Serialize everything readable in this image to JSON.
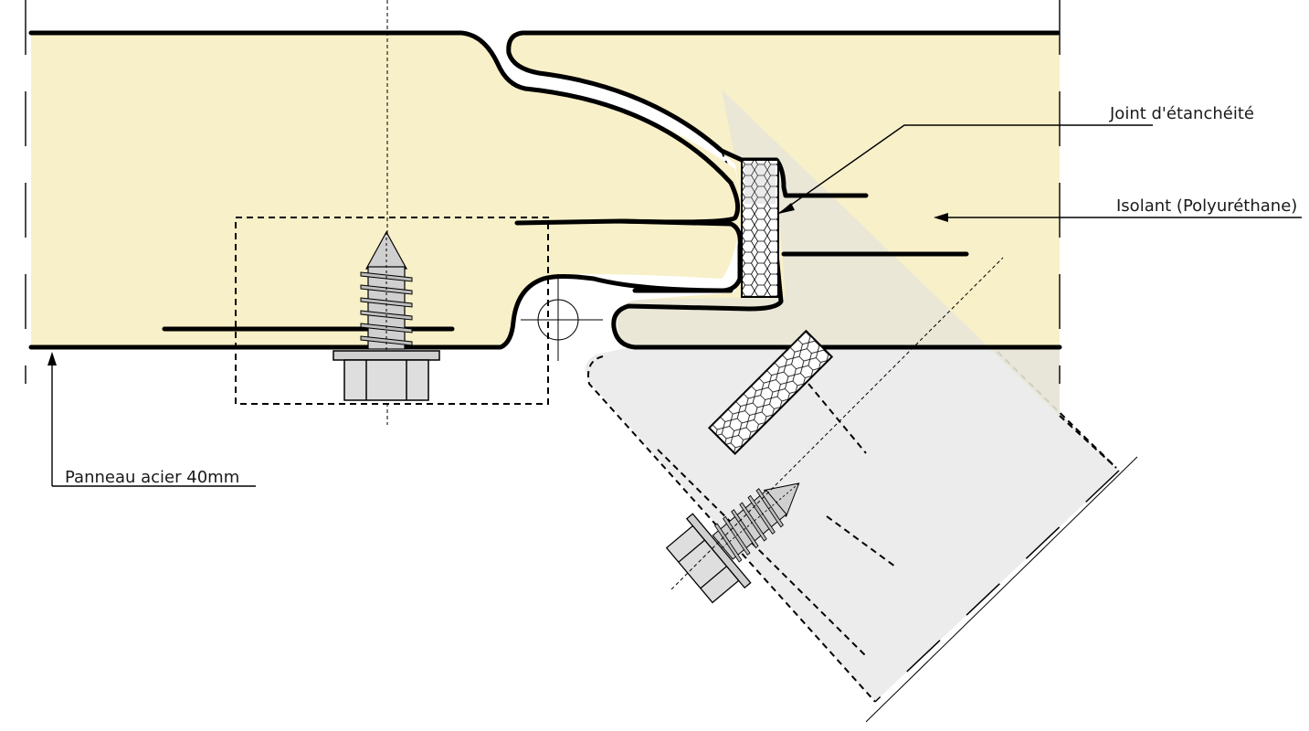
{
  "labels": {
    "joint": "Joint  d'étanchéité",
    "isolant": "Isolant (Polyuréthane)",
    "panneau": "Panneau acier 40mm"
  },
  "colors": {
    "insulation": "#f8f0c8",
    "ghost_panel": "#e8e6d8",
    "ghost_panel_outside": "#ececec",
    "steel": "#000000",
    "screw": "#d8d8d8",
    "gasket": "#ffffff"
  },
  "icons": {
    "screw_upper": "self-drilling-screw",
    "screw_rotated": "self-drilling-screw",
    "gasket": "honeycomb-gasket"
  }
}
